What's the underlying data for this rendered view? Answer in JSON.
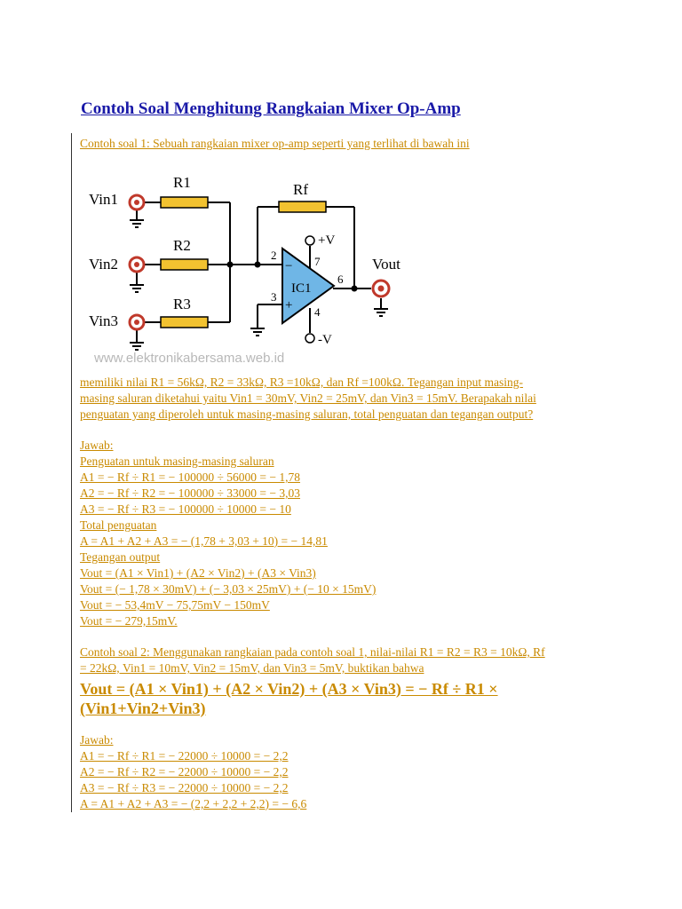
{
  "title": "Contoh Soal Menghitung Rangkaian Mixer Op-Amp",
  "ex1_intro": "Contoh soal 1: Sebuah rangkaian mixer op-amp seperti yang terlihat di bawah ini",
  "circuit": {
    "labels": {
      "vin1": "Vin1",
      "vin2": "Vin2",
      "vin3": "Vin3",
      "r1": "R1",
      "r2": "R2",
      "r3": "R3",
      "rf": "Rf",
      "vout": "Vout",
      "ic": "IC1",
      "pos_supply": "+V",
      "neg_supply": "-V",
      "pin2": "2",
      "pin3": "3",
      "pin4": "4",
      "pin6": "6",
      "pin7": "7",
      "minus": "−",
      "plus": "+"
    },
    "watermark": "www.elektronikabersama.web.id",
    "colors": {
      "resistor": "#f2c230",
      "opamp": "#6fb6e6",
      "terminal": "#c0392b",
      "wire": "#000000"
    }
  },
  "ex1_text": [
    "memiliki nilai R1 = 56kΩ, R2 = 33kΩ, R3 =10kΩ, dan Rf =100kΩ. Tegangan input masing-",
    "masing saluran diketahui yaitu Vin1 = 30mV, Vin2 = 25mV, dan Vin3 = 15mV. Berapakah nilai",
    "penguatan yang diperoleh untuk masing-masing saluran, total penguatan dan tegangan output?"
  ],
  "ex1_answer": [
    "Jawab:",
    "Penguatan untuk masing-masing saluran",
    "A1 = − Rf ÷ R1 = − 100000 ÷ 56000 = − 1,78",
    "A2 = − Rf ÷ R2 = − 100000 ÷ 33000 = − 3,03",
    "A3 = − Rf ÷ R3 = − 100000 ÷ 10000 = − 10",
    "Total penguatan",
    "A = A1 + A2 + A3 = − (1,78 + 3,03 + 10) = − 14,81",
    "Tegangan output",
    "Vout = (A1 × Vin1) + (A2 × Vin2) + (A3 × Vin3)",
    "Vout = (− 1,78 × 30mV) + (− 3,03 × 25mV) + (− 10 × 15mV)",
    "Vout = − 53,4mV − 75,75mV − 150mV",
    "Vout = − 279,15mV."
  ],
  "ex2_text": [
    "Contoh soal 2: Menggunakan rangkaian pada contoh soal 1, nilai-nilai R1 = R2 = R3 = 10kΩ, Rf",
    "= 22kΩ, Vin1 = 10mV, Vin2 = 15mV, dan Vin3 = 5mV, buktikan bahwa"
  ],
  "ex2_formula": [
    "Vout = (A1 × Vin1) + (A2 × Vin2) + (A3 × Vin3) = − Rf ÷ R1 ×",
    "(Vin1+Vin2+Vin3)"
  ],
  "ex2_answer": [
    "Jawab:",
    "A1 = − Rf ÷ R1 = − 22000 ÷ 10000 = − 2,2",
    "A2 = − Rf ÷ R2 = − 22000 ÷ 10000 = − 2,2",
    "A3 = − Rf ÷ R3 = − 22000 ÷ 10000 = − 2,2",
    "A = A1 + A2 + A3 = − (2,2 + 2,2 + 2,2) = − 6,6"
  ]
}
